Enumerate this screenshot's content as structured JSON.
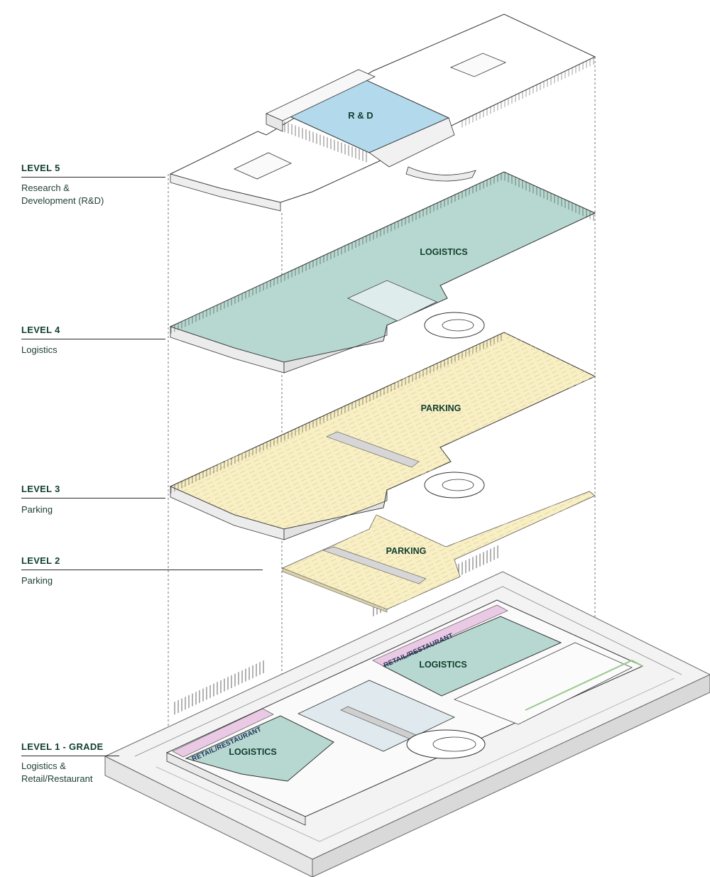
{
  "levels": [
    {
      "id": "level5",
      "title": "LEVEL 5",
      "description": "Research &\nDevelopment  (R&D)"
    },
    {
      "id": "level4",
      "title": "LEVEL 4",
      "description": "Logistics"
    },
    {
      "id": "level3",
      "title": "LEVEL 3",
      "description": "Parking"
    },
    {
      "id": "level2",
      "title": "LEVEL 2",
      "description": "Parking"
    },
    {
      "id": "level1",
      "title": "LEVEL 1 - GRADE",
      "description": "Logistics &\nRetail/Restaurant"
    }
  ],
  "zones": {
    "rd": "R & D",
    "logistics4": "LOGISTICS",
    "parking3": "PARKING",
    "parking2": "PARKING",
    "logistics1_east": "LOGISTICS",
    "logistics1_west": "LOGISTICS",
    "retail_east": "RETAIL/RESTAURANT",
    "retail_west": "RETAIL/RESTAURANT"
  },
  "colors": {
    "rd_fill": "#b3d9ec",
    "logistics_fill": "#b7d8d0",
    "parking_fill": "#f8efc5",
    "retail_fill": "#eac9e4",
    "ground_fill": "#f3f3f3",
    "label_green": "#12402f"
  }
}
